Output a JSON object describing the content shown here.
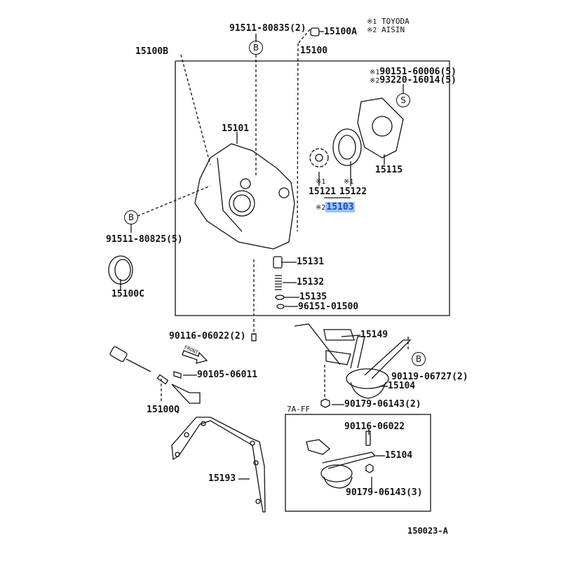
{
  "legend": {
    "mark1": "※1",
    "maker1": "TOYODA",
    "mark2": "※2",
    "maker2": "AISIN"
  },
  "highlight_color": "#9ec3f5",
  "callouts": {
    "B": "B",
    "S": "S"
  },
  "parts": {
    "p91511_80835": "91511-80835(2)",
    "p15100A": "15100A",
    "p15100": "15100",
    "p15100B": "15100B",
    "p90151": "90151-60006(5)",
    "p93220": "93220-16014(5)",
    "p15101": "15101",
    "p15115": "15115",
    "p15121": "15121",
    "p15122": "15122",
    "p15103": "15103",
    "p91511_80825": "91511-80825(5)",
    "p15100C": "15100C",
    "p15131": "15131",
    "p15132": "15132",
    "p15135": "15135",
    "p96151": "96151-01500",
    "p90116_2": "90116-06022(2)",
    "p15149": "15149",
    "p90119": "90119-06727(2)",
    "p15104a": "15104",
    "p90105": "90105-06011",
    "p15100Q": "15100Q",
    "p90179_2": "90179-06143(2)",
    "p90116": "90116-06022",
    "p15104b": "15104",
    "p15193": "15193",
    "p90179_3": "90179-06143(3)"
  },
  "variant_label": "7A-FF",
  "front_label": "FRONT",
  "diagram_id": "150023-A"
}
